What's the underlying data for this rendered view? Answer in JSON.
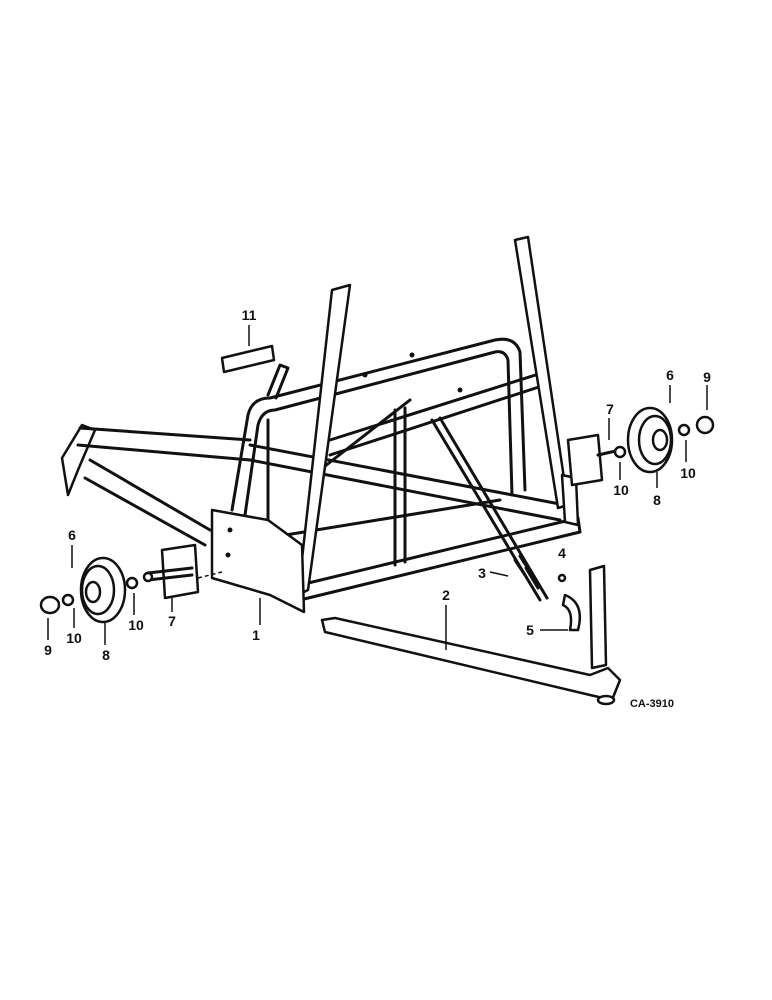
{
  "callouts": [
    "1",
    "2",
    "3",
    "4",
    "5",
    "6",
    "7",
    "8",
    "9",
    "10",
    "11"
  ],
  "diagram_code": "CA-3910",
  "labels": {
    "l1": "1",
    "l2": "2",
    "l3": "3",
    "l4": "4",
    "l5": "5",
    "l6a": "6",
    "l6b": "6",
    "l7a": "7",
    "l7b": "7",
    "l8a": "8",
    "l8b": "8",
    "l9a": "9",
    "l9b": "9",
    "l10a": "10",
    "l10b": "10",
    "l10c": "10",
    "l10d": "10",
    "l11": "11"
  }
}
